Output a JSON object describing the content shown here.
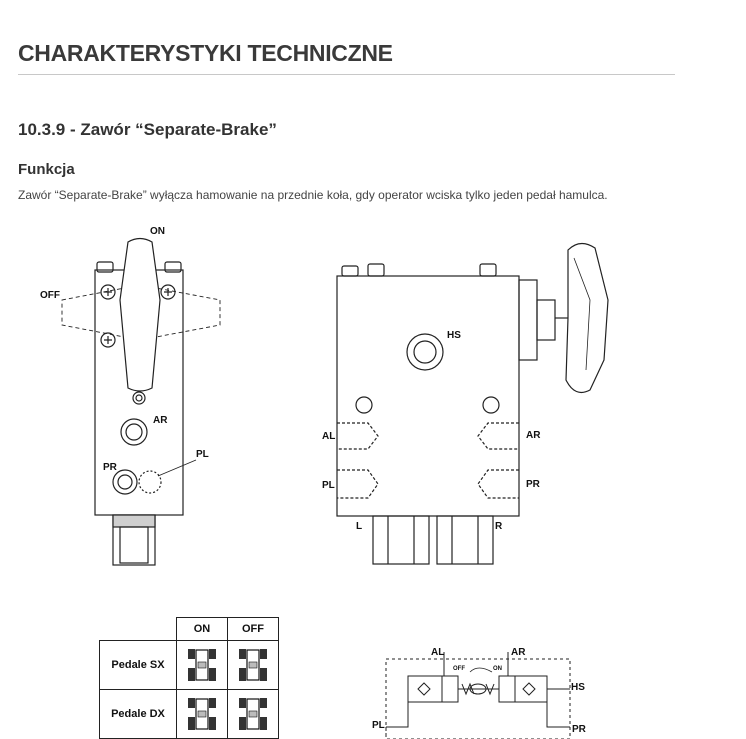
{
  "header": {
    "title": "CHARAKTERYSTYKI TECHNICZNE"
  },
  "section": {
    "title": "10.3.9 - Zawór “Separate-Brake”",
    "subtitle": "Funkcja",
    "description": "Zawór “Separate-Brake” wyłącza hamowanie na przednie koła, gdy operator wciska tylko jeden pedał hamulca."
  },
  "left_drawing": {
    "on": "ON",
    "off": "OFF",
    "ar": "AR",
    "pr": "PR",
    "pl": "PL"
  },
  "right_drawing": {
    "hs": "HS",
    "al": "AL",
    "pl": "PL",
    "ar": "AR",
    "pr": "PR",
    "l": "L",
    "r": "R"
  },
  "table": {
    "col_on": "ON",
    "col_off": "OFF",
    "row1": "Pedale SX",
    "row2": "Pedale DX"
  },
  "schematic": {
    "al": "AL",
    "ar": "AR",
    "hs": "HS",
    "pl": "PL",
    "pr": "PR",
    "off": "OFF",
    "on": "ON"
  }
}
